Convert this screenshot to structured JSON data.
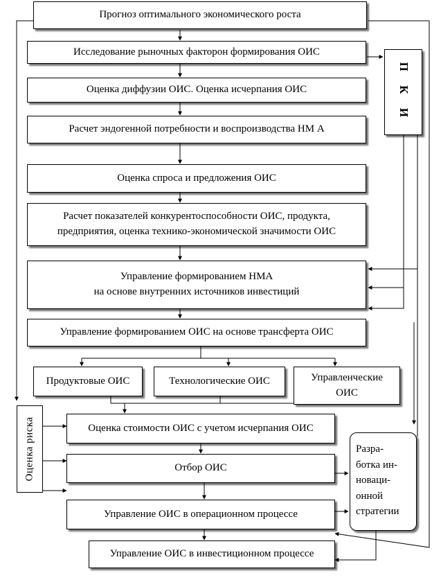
{
  "boxes": {
    "b1": "Прогноз оптимального экономического роста",
    "b2": "Исследование рыночных факторон формирования ОИС",
    "b3": "Оценка диффузии ОИС. Оценка исчерпания ОИС",
    "b4": "Расчет эндогенной потребности  и воспроизводства НМ А",
    "b5": "Оценка спроса и предложения  ОИС",
    "b6_line1": "Расчет показателей конкурентоспособности  ОИС, продукта,",
    "b6_line2": "предприятия, оценка технико-экономической значимости ОИС",
    "b7_line1": "Управление формированием НМА",
    "b7_line2": "на основе внутренних источников инвестиций",
    "b8": "Управление формированием ОИС на основе трансферта ОИС",
    "b9": "Продуктовые ОИС",
    "b10": "Технологические ОИС",
    "b11_line1": "Управленческие",
    "b11_line2": "ОИС",
    "b12": "Оценка стоимости ОИС с учетом исчерпания ОИС",
    "b13": "Отбор ОИС",
    "b14": "Управление ОИС в операционном  процессе",
    "b15": "Управление ОИС в инвестиционном процессе",
    "risk": "Оценка риска",
    "pki": "П К И",
    "strategy": [
      "Разра-",
      "ботка ин-",
      "новаци-",
      "онной",
      "стратегии"
    ]
  }
}
